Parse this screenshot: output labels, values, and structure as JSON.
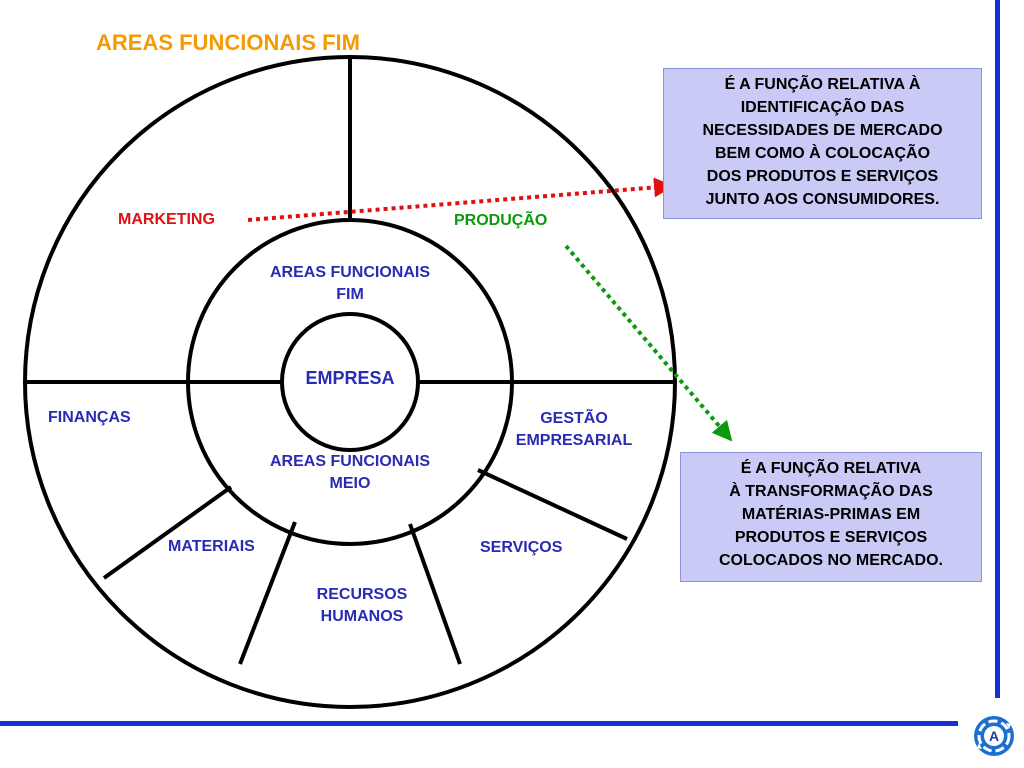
{
  "title": "AREAS FUNCIONAIS FIM",
  "center": "EMPRESA",
  "inner_ring": {
    "top": "AREAS FUNCIONAIS\nFIM",
    "bottom": "AREAS FUNCIONAIS\nMEIO"
  },
  "segments": {
    "marketing": "MARKETING",
    "producao": "PRODUÇÃO",
    "financas": "FINANÇAS",
    "gestao": "GESTÃO\nEMPRESARIAL",
    "materiais": "MATERIAIS",
    "recursos": "RECURSOS\nHUMANOS",
    "servicos": "SERVIÇOS"
  },
  "callouts": {
    "marketing": "É A FUNÇÃO RELATIVA À\nIDENTIFICAÇÃO DAS\nNECESSIDADES DE MERCADO\nBEM COMO À COLOCAÇÃO\nDOS PRODUTOS E SERVIÇOS\nJUNTO AOS CONSUMIDORES.",
    "producao": "É A FUNÇÃO RELATIVA\nÀ TRANSFORMAÇÃO DAS\nMATÉRIAS-PRIMAS EM\nPRODUTOS E SERVIÇOS\nCOLOCADOS NO MERCADO."
  },
  "logo_letter": "A",
  "colors": {
    "title": "#f59a00",
    "marketing": "#e01010",
    "producao": "#0a9a0a",
    "label": "#2a2ab4",
    "callout_bg": "#c9caf5",
    "rule": "#1530d8"
  },
  "icons": {
    "logo": "circular-arrows-logo-icon"
  }
}
